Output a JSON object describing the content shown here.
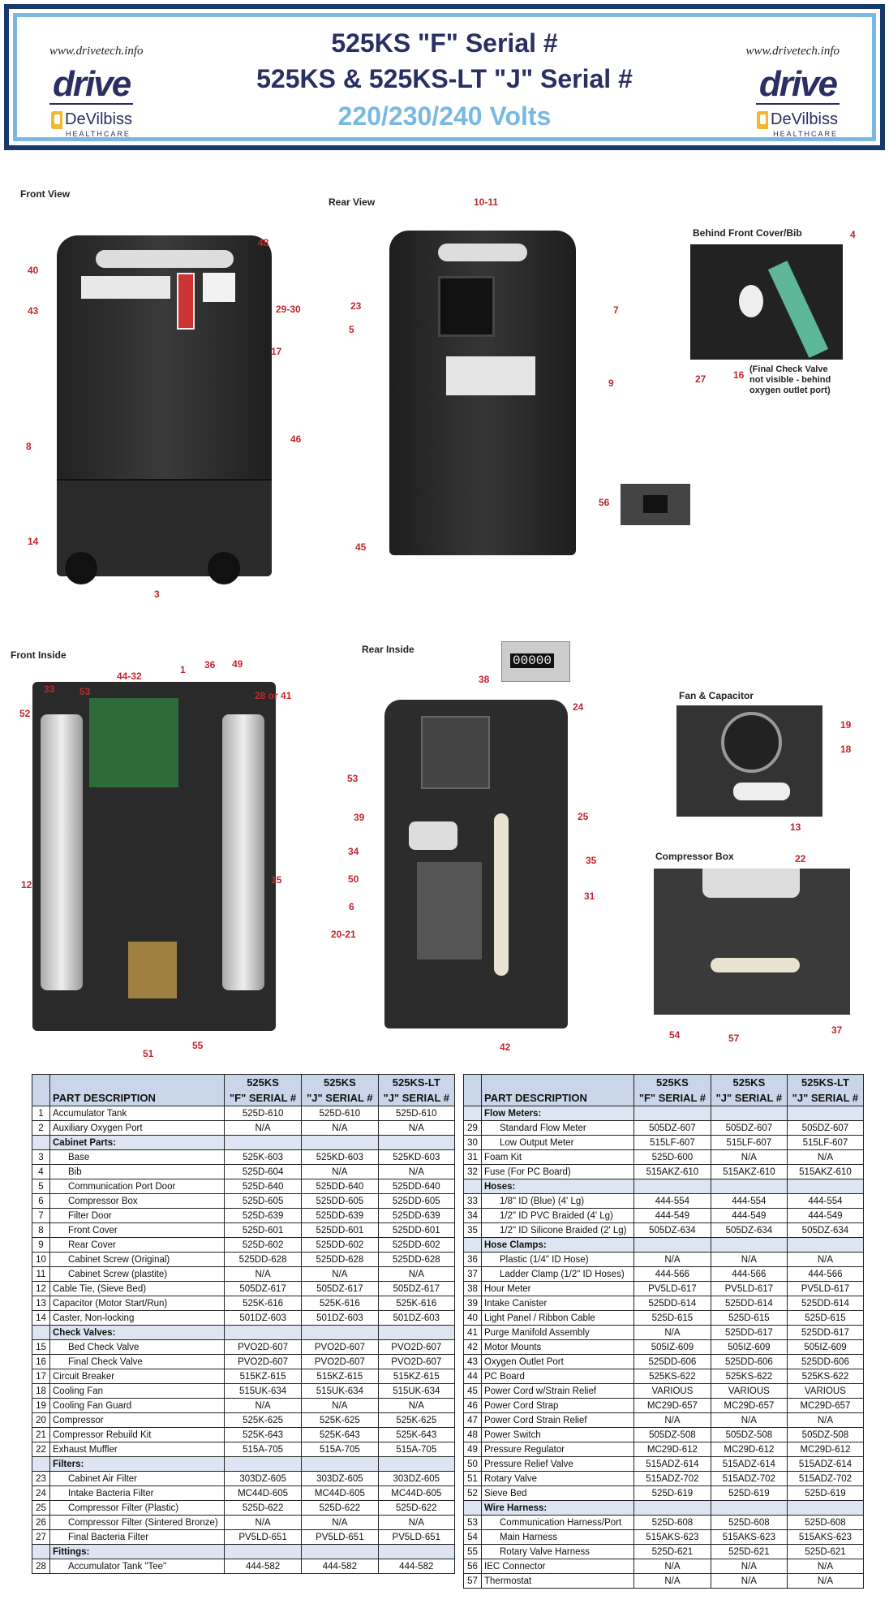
{
  "header": {
    "site": "www.drivetech.info",
    "brand": "drive",
    "brand2": "DeVilbiss",
    "brand3": "HEALTHCARE",
    "title1": "525KS  \"F\" Serial #",
    "title2": "525KS & 525KS-LT  \"J\" Serial #",
    "title3": "220/230/240 Volts"
  },
  "colors": {
    "navy": "#2a2f63",
    "lightblue": "#7ab8e2",
    "callout": "#c0272d",
    "tablehead": "#c9d6ea"
  },
  "views": {
    "front": "Front View",
    "rear": "Rear View",
    "behind": "Behind Front Cover/Bib",
    "behind_note": "(Final Check Valve not visible - behind oxygen outlet port)",
    "front_inside": "Front Inside",
    "rear_inside": "Rear Inside",
    "fan": "Fan & Capacitor",
    "compressor": "Compressor Box",
    "hour_meter": "00000"
  },
  "callouts": {
    "front": [
      "48",
      "40",
      "43",
      "29-30",
      "17",
      "8",
      "46",
      "14",
      "3"
    ],
    "rear": [
      "10-11",
      "23",
      "7",
      "5",
      "9",
      "56",
      "45"
    ],
    "behind": [
      "4",
      "27",
      "16"
    ],
    "front_inside": [
      "33",
      "53",
      "44-32",
      "1",
      "36",
      "49",
      "28 or 41",
      "52",
      "12",
      "15",
      "51",
      "55"
    ],
    "rear_inside": [
      "38",
      "24",
      "53",
      "39",
      "25",
      "34",
      "35",
      "50",
      "31",
      "6",
      "20-21",
      "42"
    ],
    "fan": [
      "19",
      "18",
      "13"
    ],
    "compressor": [
      "22",
      "54",
      "57",
      "37"
    ]
  },
  "table_headers": {
    "desc": "PART DESCRIPTION",
    "c1a": "525KS",
    "c1b": "\"F\" SERIAL #",
    "c2a": "525KS",
    "c2b": "\"J\" SERIAL #",
    "c3a": "525KS-LT",
    "c3b": "\"J\" SERIAL #"
  },
  "left_table": [
    {
      "n": "1",
      "d": "Accumulator Tank",
      "v": [
        "525D-610",
        "525D-610",
        "525D-610"
      ]
    },
    {
      "n": "2",
      "d": "Auxiliary Oxygen Port",
      "v": [
        "N/A",
        "N/A",
        "N/A"
      ]
    },
    {
      "s": "Cabinet Parts:"
    },
    {
      "n": "3",
      "d": "Base",
      "i": 1,
      "v": [
        "525K-603",
        "525KD-603",
        "525KD-603"
      ]
    },
    {
      "n": "4",
      "d": "Bib",
      "i": 1,
      "v": [
        "525D-604",
        "N/A",
        "N/A"
      ]
    },
    {
      "n": "5",
      "d": "Communication Port Door",
      "i": 1,
      "v": [
        "525D-640",
        "525DD-640",
        "525DD-640"
      ]
    },
    {
      "n": "6",
      "d": "Compressor Box",
      "i": 1,
      "v": [
        "525D-605",
        "525DD-605",
        "525DD-605"
      ]
    },
    {
      "n": "7",
      "d": "Filter Door",
      "i": 1,
      "v": [
        "525D-639",
        "525DD-639",
        "525DD-639"
      ]
    },
    {
      "n": "8",
      "d": "Front Cover",
      "i": 1,
      "v": [
        "525D-601",
        "525DD-601",
        "525DD-601"
      ]
    },
    {
      "n": "9",
      "d": "Rear Cover",
      "i": 1,
      "v": [
        "525D-602",
        "525DD-602",
        "525DD-602"
      ]
    },
    {
      "n": "10",
      "d": "Cabinet Screw (Original)",
      "i": 1,
      "v": [
        "525DD-628",
        "525DD-628",
        "525DD-628"
      ]
    },
    {
      "n": "11",
      "d": "Cabinet Screw (plastite)",
      "i": 1,
      "v": [
        "N/A",
        "N/A",
        "N/A"
      ]
    },
    {
      "n": "12",
      "d": "Cable Tie, (Sieve Bed)",
      "v": [
        "505DZ-617",
        "505DZ-617",
        "505DZ-617"
      ]
    },
    {
      "n": "13",
      "d": "Capacitor (Motor Start/Run)",
      "v": [
        "525K-616",
        "525K-616",
        "525K-616"
      ]
    },
    {
      "n": "14",
      "d": "Caster, Non-locking",
      "v": [
        "501DZ-603",
        "501DZ-603",
        "501DZ-603"
      ]
    },
    {
      "s": "Check Valves:"
    },
    {
      "n": "15",
      "d": "Bed Check Valve",
      "i": 1,
      "v": [
        "PVO2D-607",
        "PVO2D-607",
        "PVO2D-607"
      ]
    },
    {
      "n": "16",
      "d": "Final Check Valve",
      "i": 1,
      "v": [
        "PVO2D-607",
        "PVO2D-607",
        "PVO2D-607"
      ]
    },
    {
      "n": "17",
      "d": "Circuit Breaker",
      "v": [
        "515KZ-615",
        "515KZ-615",
        "515KZ-615"
      ]
    },
    {
      "n": "18",
      "d": "Cooling Fan",
      "v": [
        "515UK-634",
        "515UK-634",
        "515UK-634"
      ]
    },
    {
      "n": "19",
      "d": "Cooling Fan Guard",
      "v": [
        "N/A",
        "N/A",
        "N/A"
      ]
    },
    {
      "n": "20",
      "d": "Compressor",
      "v": [
        "525K-625",
        "525K-625",
        "525K-625"
      ]
    },
    {
      "n": "21",
      "d": "Compressor Rebuild Kit",
      "v": [
        "525K-643",
        "525K-643",
        "525K-643"
      ]
    },
    {
      "n": "22",
      "d": "Exhaust Muffler",
      "v": [
        "515A-705",
        "515A-705",
        "515A-705"
      ]
    },
    {
      "s": "Filters:"
    },
    {
      "n": "23",
      "d": "Cabinet Air Filter",
      "i": 1,
      "v": [
        "303DZ-605",
        "303DZ-605",
        "303DZ-605"
      ]
    },
    {
      "n": "24",
      "d": "Intake Bacteria Filter",
      "i": 1,
      "v": [
        "MC44D-605",
        "MC44D-605",
        "MC44D-605"
      ]
    },
    {
      "n": "25",
      "d": "Compressor Filter (Plastic)",
      "i": 1,
      "v": [
        "525D-622",
        "525D-622",
        "525D-622"
      ]
    },
    {
      "n": "26",
      "d": "Compressor Filter (Sintered Bronze)",
      "i": 1,
      "v": [
        "N/A",
        "N/A",
        "N/A"
      ]
    },
    {
      "n": "27",
      "d": "Final Bacteria Filter",
      "i": 1,
      "v": [
        "PV5LD-651",
        "PV5LD-651",
        "PV5LD-651"
      ]
    },
    {
      "s": "Fittings:"
    },
    {
      "n": "28",
      "d": "Accumulator Tank \"Tee\"",
      "i": 1,
      "v": [
        "444-582",
        "444-582",
        "444-582"
      ]
    }
  ],
  "right_table": [
    {
      "s": "Flow Meters:"
    },
    {
      "n": "29",
      "d": "Standard Flow Meter",
      "i": 1,
      "v": [
        "505DZ-607",
        "505DZ-607",
        "505DZ-607"
      ]
    },
    {
      "n": "30",
      "d": "Low Output Meter",
      "i": 1,
      "v": [
        "515LF-607",
        "515LF-607",
        "515LF-607"
      ]
    },
    {
      "n": "31",
      "d": "Foam Kit",
      "v": [
        "525D-600",
        "N/A",
        "N/A"
      ]
    },
    {
      "n": "32",
      "d": "Fuse (For PC Board)",
      "v": [
        "515AKZ-610",
        "515AKZ-610",
        "515AKZ-610"
      ]
    },
    {
      "s": "Hoses:"
    },
    {
      "n": "33",
      "d": "1/8\" ID (Blue) (4' Lg)",
      "i": 1,
      "v": [
        "444-554",
        "444-554",
        "444-554"
      ]
    },
    {
      "n": "34",
      "d": "1/2\" ID PVC Braided (4' Lg)",
      "i": 1,
      "v": [
        "444-549",
        "444-549",
        "444-549"
      ]
    },
    {
      "n": "35",
      "d": "1/2\" ID Silicone Braided (2' Lg)",
      "i": 1,
      "v": [
        "505DZ-634",
        "505DZ-634",
        "505DZ-634"
      ]
    },
    {
      "s": "Hose Clamps:"
    },
    {
      "n": "36",
      "d": "Plastic (1/4\" ID Hose)",
      "i": 1,
      "v": [
        "N/A",
        "N/A",
        "N/A"
      ]
    },
    {
      "n": "37",
      "d": "Ladder Clamp (1/2\" ID Hoses)",
      "i": 1,
      "v": [
        "444-566",
        "444-566",
        "444-566"
      ]
    },
    {
      "n": "38",
      "d": "Hour Meter",
      "v": [
        "PV5LD-617",
        "PV5LD-617",
        "PV5LD-617"
      ]
    },
    {
      "n": "39",
      "d": "Intake Canister",
      "v": [
        "525DD-614",
        "525DD-614",
        "525DD-614"
      ]
    },
    {
      "n": "40",
      "d": "Light Panel / Ribbon Cable",
      "v": [
        "525D-615",
        "525D-615",
        "525D-615"
      ]
    },
    {
      "n": "41",
      "d": "Purge Manifold Assembly",
      "v": [
        "N/A",
        "525DD-617",
        "525DD-617"
      ]
    },
    {
      "n": "42",
      "d": "Motor Mounts",
      "v": [
        "505IZ-609",
        "505IZ-609",
        "505IZ-609"
      ]
    },
    {
      "n": "43",
      "d": "Oxygen Outlet Port",
      "v": [
        "525DD-606",
        "525DD-606",
        "525DD-606"
      ]
    },
    {
      "n": "44",
      "d": "PC Board",
      "v": [
        "525KS-622",
        "525KS-622",
        "525KS-622"
      ]
    },
    {
      "n": "45",
      "d": "Power Cord w/Strain Relief",
      "v": [
        "VARIOUS",
        "VARIOUS",
        "VARIOUS"
      ]
    },
    {
      "n": "46",
      "d": "Power Cord Strap",
      "v": [
        "MC29D-657",
        "MC29D-657",
        "MC29D-657"
      ]
    },
    {
      "n": "47",
      "d": "Power Cord Strain Relief",
      "v": [
        "N/A",
        "N/A",
        "N/A"
      ]
    },
    {
      "n": "48",
      "d": "Power Switch",
      "v": [
        "505DZ-508",
        "505DZ-508",
        "505DZ-508"
      ]
    },
    {
      "n": "49",
      "d": "Pressure Regulator",
      "v": [
        "MC29D-612",
        "MC29D-612",
        "MC29D-612"
      ]
    },
    {
      "n": "50",
      "d": "Pressure Relief Valve",
      "v": [
        "515ADZ-614",
        "515ADZ-614",
        "515ADZ-614"
      ]
    },
    {
      "n": "51",
      "d": "Rotary Valve",
      "v": [
        "515ADZ-702",
        "515ADZ-702",
        "515ADZ-702"
      ]
    },
    {
      "n": "52",
      "d": "Sieve Bed",
      "v": [
        "525D-619",
        "525D-619",
        "525D-619"
      ]
    },
    {
      "s": "Wire Harness:"
    },
    {
      "n": "53",
      "d": "Communication Harness/Port",
      "i": 1,
      "v": [
        "525D-608",
        "525D-608",
        "525D-608"
      ]
    },
    {
      "n": "54",
      "d": "Main Harness",
      "i": 1,
      "v": [
        "515AKS-623",
        "515AKS-623",
        "515AKS-623"
      ]
    },
    {
      "n": "55",
      "d": "Rotary Valve Harness",
      "i": 1,
      "v": [
        "525D-621",
        "525D-621",
        "525D-621"
      ]
    },
    {
      "n": "56",
      "d": "IEC Connector",
      "v": [
        "N/A",
        "N/A",
        "N/A"
      ]
    },
    {
      "n": "57",
      "d": "Thermostat",
      "v": [
        "N/A",
        "N/A",
        "N/A"
      ]
    }
  ]
}
